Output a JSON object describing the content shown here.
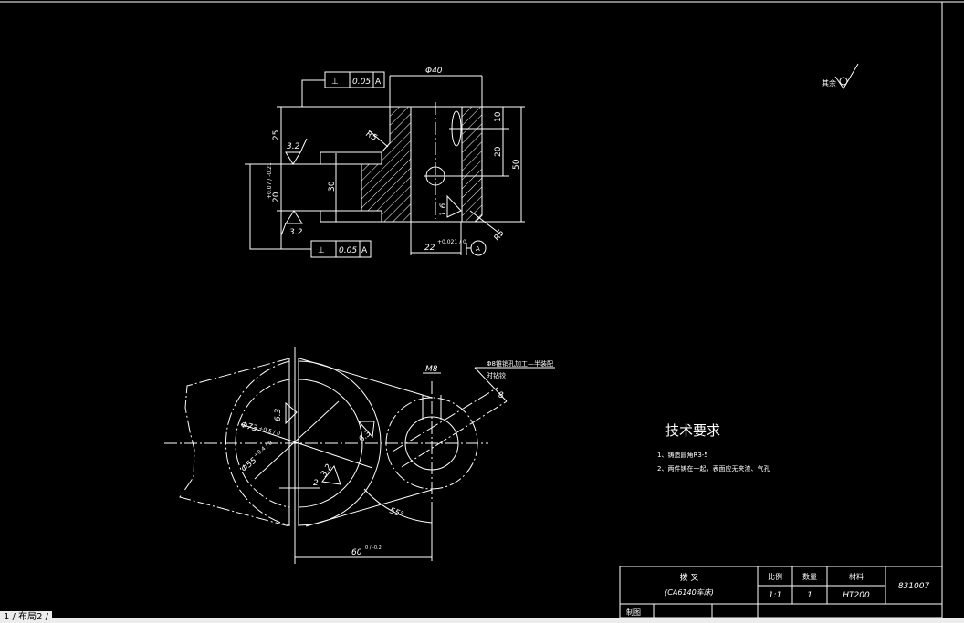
{
  "app": {
    "layout_tabs_label": "1 / 布局2 /"
  },
  "top_view": {
    "dim_diameter": "Φ40",
    "dim_height_top": "25",
    "dim_bore": "20",
    "dim_bore_tol": "+0.07 / -0.21",
    "dim_10": "10",
    "dim_20": "20",
    "dim_50": "50",
    "dim_22": "22",
    "dim_22_tol": "+0.021 / 0",
    "dim_radius_1": "R5",
    "dim_radius_2": "R5",
    "dim_inner": "30",
    "roughness_1": "3.2",
    "roughness_2": "3.2",
    "roughness_3": "1.6",
    "fcf_top": {
      "symbol": "⊥",
      "tolerance": "0.05",
      "datum": "A"
    },
    "fcf_bottom": {
      "symbol": "⊥",
      "tolerance": "0.05",
      "datum": "A"
    },
    "datum_label": "A"
  },
  "front_view": {
    "dim_73": "Φ73",
    "dim_73_tol": "+0.5 / 0",
    "dim_55": "Φ55",
    "dim_55_tol": "+0.4 / 0",
    "roughness_1": "6.3",
    "roughness_2": "6.3",
    "roughness_3": "3.2",
    "dim_2": "2",
    "dim_m8": "M8",
    "dim_angle": "55°",
    "dim_60": "60",
    "dim_60_tol": "0 / -0.2",
    "dim_8": "8",
    "note_line1": "Φ8锥销孔加工—半装配",
    "note_line2": "时钻铰"
  },
  "roughness_rest": {
    "label": "其余",
    "value": ""
  },
  "tech_requirements": {
    "title": "技术要求",
    "items": [
      "1、铸造圆角R3-5",
      "2、两件铸在一起，表面应无夹渣、气孔"
    ]
  },
  "title_block": {
    "part_name": "拨 叉",
    "machine": "(CA6140车床)",
    "scale_label": "比例",
    "quantity_label": "数量",
    "material_label": "材料",
    "scale_value": "1:1",
    "quantity_value": "1",
    "material_value": "HT200",
    "drawing_no": "831007",
    "drawn_by_label": "制图"
  }
}
